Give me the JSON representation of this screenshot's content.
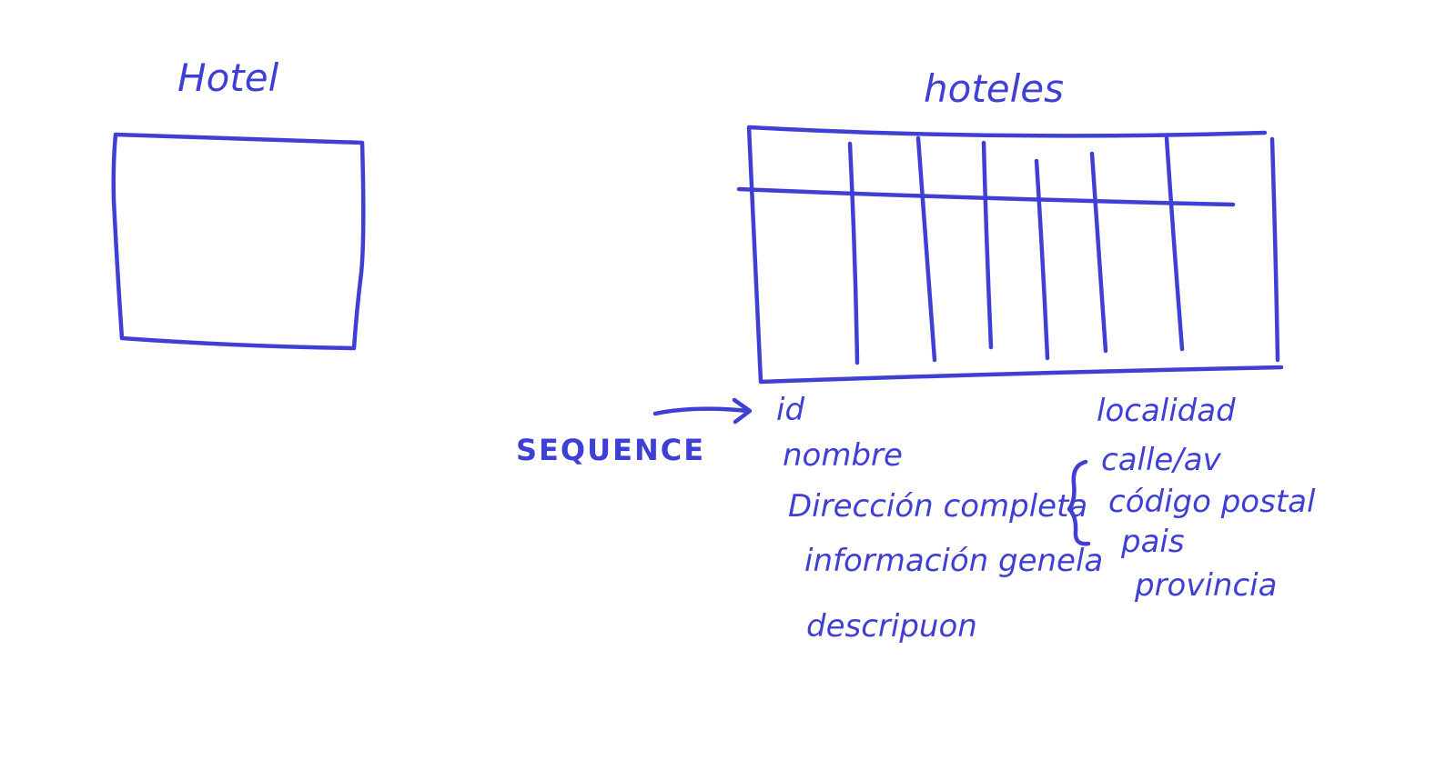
{
  "diagram": {
    "ink_color": "#3f3fd6",
    "background": "#ffffff",
    "entity": {
      "title": "Hotel"
    },
    "table": {
      "title": "hoteles",
      "columns_left": [
        "id",
        "nombre",
        "Dirección completa",
        "información genela",
        "descripuon"
      ],
      "columns_right": [
        "localidad",
        "calle/av",
        "código postal",
        "pais",
        "provincia"
      ]
    },
    "sequence_label": "SEQUENCE"
  }
}
